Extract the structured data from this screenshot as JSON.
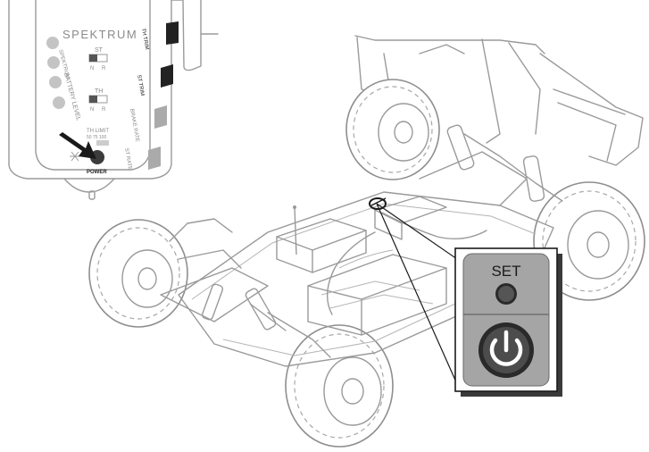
{
  "transmitter": {
    "brand": "SPEKTRUM",
    "side_labels": [
      "SPEKTRUM",
      "BATTERY LEVEL"
    ],
    "switch_st": {
      "title": "ST",
      "left": "N",
      "right": "R"
    },
    "switch_th": {
      "title": "TH",
      "left": "N",
      "right": "R"
    },
    "th_limit": {
      "title": "TH LIMIT",
      "values": "50 75 100"
    },
    "power_label": "POWER",
    "right_labels": [
      "TH TRIM",
      "ST TRIM",
      "BRAKE RATE",
      "ST RATE"
    ]
  },
  "callout": {
    "set_label": "SET",
    "set_button_icon": "set-button-circle",
    "power_button_icon": "power-icon"
  },
  "colors": {
    "line_art": "#9a9a9a",
    "callout_panel": "#a5a5a5",
    "button_dark": "#4a4a4a",
    "arrow": "#1a1a1a"
  }
}
